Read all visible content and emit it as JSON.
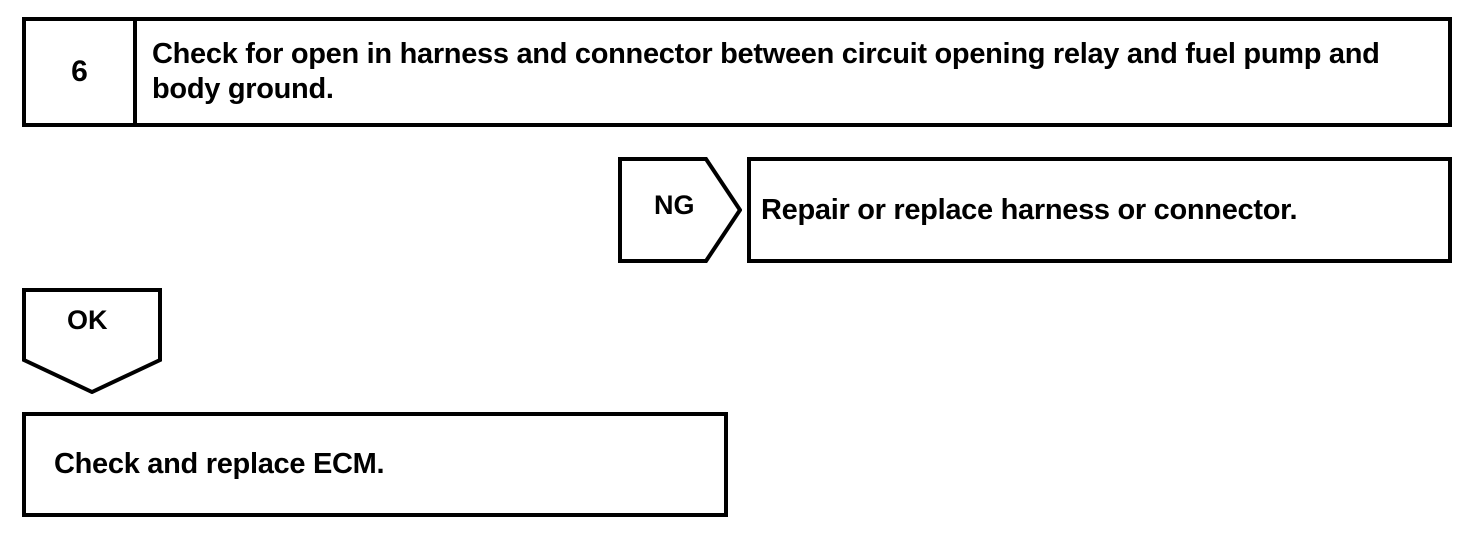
{
  "diagram": {
    "type": "troubleshooting-flowchart",
    "ink_color": "#000000",
    "background_color": "#ffffff",
    "step": {
      "number": "6",
      "instruction": "Check for open in harness and connector between circuit opening relay and fuel pump and body ground."
    },
    "branches": {
      "ng": {
        "label": "NG",
        "arrow_direction": "right",
        "result_text": "Repair or replace harness or connector."
      },
      "ok": {
        "label": "OK",
        "arrow_direction": "down",
        "result_text": "Check and replace ECM."
      }
    }
  }
}
